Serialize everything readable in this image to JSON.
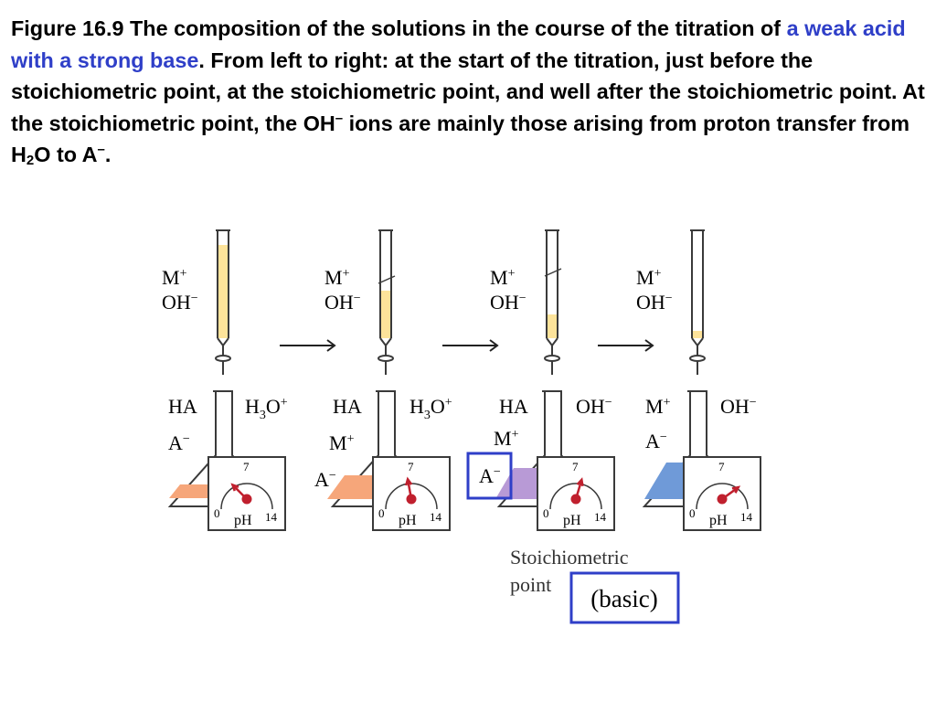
{
  "caption": {
    "p1": "Figure 16.9 The composition of the solutions in the course of the titration of ",
    "highlight": "a weak acid with a strong base",
    "p2": ". From left to right: at the start of the titration, just before the stoichiometric point, at the stoichiometric point, and well after the stoichiometric point. At the stoichiometric point, the OH",
    "minus1": "–",
    "p3": " ions are mainly those arising from proton transfer from H",
    "sub2": "2",
    "p4": "O to A",
    "minus2": "–",
    "p5": "."
  },
  "colors": {
    "highlight": "#2f3fc8",
    "titrant": "#fde39a",
    "outline": "#3a3a3a",
    "needle": "#c0202e",
    "box": "#2f3fc8",
    "stage1_liquid": "#f6a67a",
    "stage2_liquid": "#f6a67a",
    "stage3_liquid": "#b89ad6",
    "stage4_liquid": "#6f9ad8"
  },
  "burette_labels": {
    "cation": "M",
    "cation_charge": "+",
    "anion": "OH",
    "anion_charge": "−"
  },
  "meter": {
    "min": "0",
    "mid": "7",
    "max": "14",
    "label": "pH"
  },
  "stages": [
    {
      "left1": "HA",
      "left2": "A",
      "left2_charge": "−",
      "left3": "",
      "right_main": "H",
      "right_sub": "3",
      "right_rest": "O",
      "right_charge": "+",
      "right2": "",
      "ph": 3.5
    },
    {
      "left1": "HA",
      "left2": "M",
      "left2_charge": "+",
      "left3": "A",
      "right_main": "H",
      "right_sub": "3",
      "right_rest": "O",
      "right_charge": "+",
      "right2": "",
      "ph": 6.2
    },
    {
      "left1": "HA",
      "left2": "M",
      "left2_charge": "+",
      "left3": "A",
      "right_main": "OH",
      "right_sub": "",
      "right_rest": "",
      "right_charge": "−",
      "right2": "",
      "ph": 8.3
    },
    {
      "left1": "M",
      "left1_charge": "+",
      "left2": "A",
      "left2_charge": "−",
      "left3": "",
      "right_main": "OH",
      "right_sub": "",
      "right_rest": "",
      "right_charge": "−",
      "right2": "",
      "ph": 11.2
    }
  ],
  "left3_charge": "−",
  "stoich_label": {
    "line1": "Stoichiometric",
    "line2": "point"
  },
  "basic_label": "(basic)"
}
